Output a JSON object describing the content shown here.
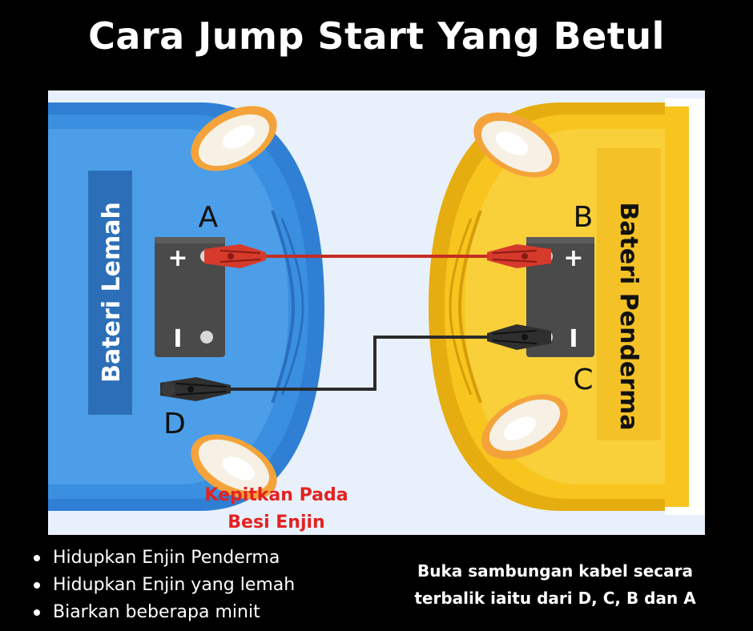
{
  "title": "Cara Jump Start Yang Betul",
  "diagram": {
    "left_car_label": "Bateri Lemah",
    "right_car_label": "Bateri Penderma",
    "point_a": "A",
    "point_b": "B",
    "point_c": "C",
    "point_d": "D",
    "plus_sign": "+",
    "minus_sign": "I",
    "ground_note_line1": "Kepitkan Pada",
    "ground_note_line2": "Besi Enjin",
    "colors": {
      "left_car": "#3b8fe0",
      "right_car": "#f7c51e",
      "positive_cable": "#c62d22",
      "negative_cable": "#2b2b2b",
      "note_text": "#e32222"
    }
  },
  "steps": [
    "Hidupkan Enjin Penderma",
    "Hidupkan Enjin yang lemah",
    "Biarkan beberapa minit"
  ],
  "disconnect_note": {
    "line1": "Buka sambungan kabel secara",
    "line2": "terbalik iaitu dari D, C, B dan A"
  }
}
